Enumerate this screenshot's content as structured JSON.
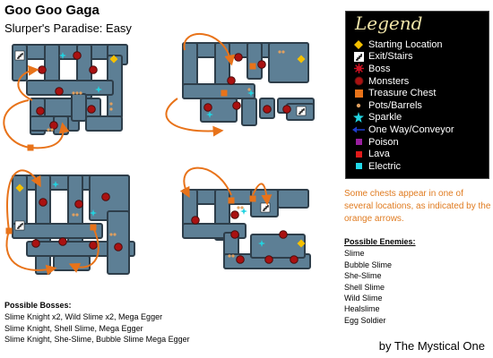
{
  "header": {
    "title": "Goo Goo Gaga",
    "subtitle": "Slurper's Paradise: Easy"
  },
  "legend": {
    "title": "Legend",
    "items": [
      {
        "label": "Starting Location",
        "icon": "diamond-icon",
        "color": "#f5c000"
      },
      {
        "label": "Exit/Stairs",
        "icon": "stairs-icon",
        "color": "#ffffff"
      },
      {
        "label": "Boss",
        "icon": "boss-icon",
        "color": "#cc1122"
      },
      {
        "label": "Monsters",
        "icon": "monster-icon",
        "color": "#aa1111"
      },
      {
        "label": "Treasure Chest",
        "icon": "chest-icon",
        "color": "#e8731a"
      },
      {
        "label": "Pots/Barrels",
        "icon": "pot-icon",
        "color": "#e0a060"
      },
      {
        "label": "Sparkle",
        "icon": "sparkle-icon",
        "color": "#22d3e0"
      },
      {
        "label": "One Way/Conveyor",
        "icon": "arrow-icon",
        "color": "#1f3ed0"
      },
      {
        "label": "Poison",
        "icon": "poison-icon",
        "color": "#9a1fa0"
      },
      {
        "label": "Lava",
        "icon": "lava-icon",
        "color": "#e01a1a"
      },
      {
        "label": "Electric",
        "icon": "electric-icon",
        "color": "#22d8e8"
      }
    ]
  },
  "note": "Some chests appear in one of several locations, as indicated by the orange arrows.",
  "enemies": {
    "heading": "Possible Enemies:",
    "list": [
      "Slime",
      "Bubble Slime",
      "She-Slime",
      "Shell Slime",
      "Wild Slime",
      "Healslime",
      "Egg Soldier"
    ]
  },
  "bosses": {
    "heading": "Possible Bosses:",
    "list": [
      "Slime Knight x2, Wild Slime x2, Mega Egger",
      "Slime Knight, Shell Slime, Mega Egger",
      "Slime Knight, She-Slime, Bubble Slime Mega Egger"
    ]
  },
  "credit": "by The Mystical One",
  "colors": {
    "floor": "#5d7f95",
    "wall": "#2e3e4a",
    "orange": "#e8731a",
    "monster": "#aa1111",
    "start": "#f5c000",
    "sparkle": "#22d3e0"
  }
}
